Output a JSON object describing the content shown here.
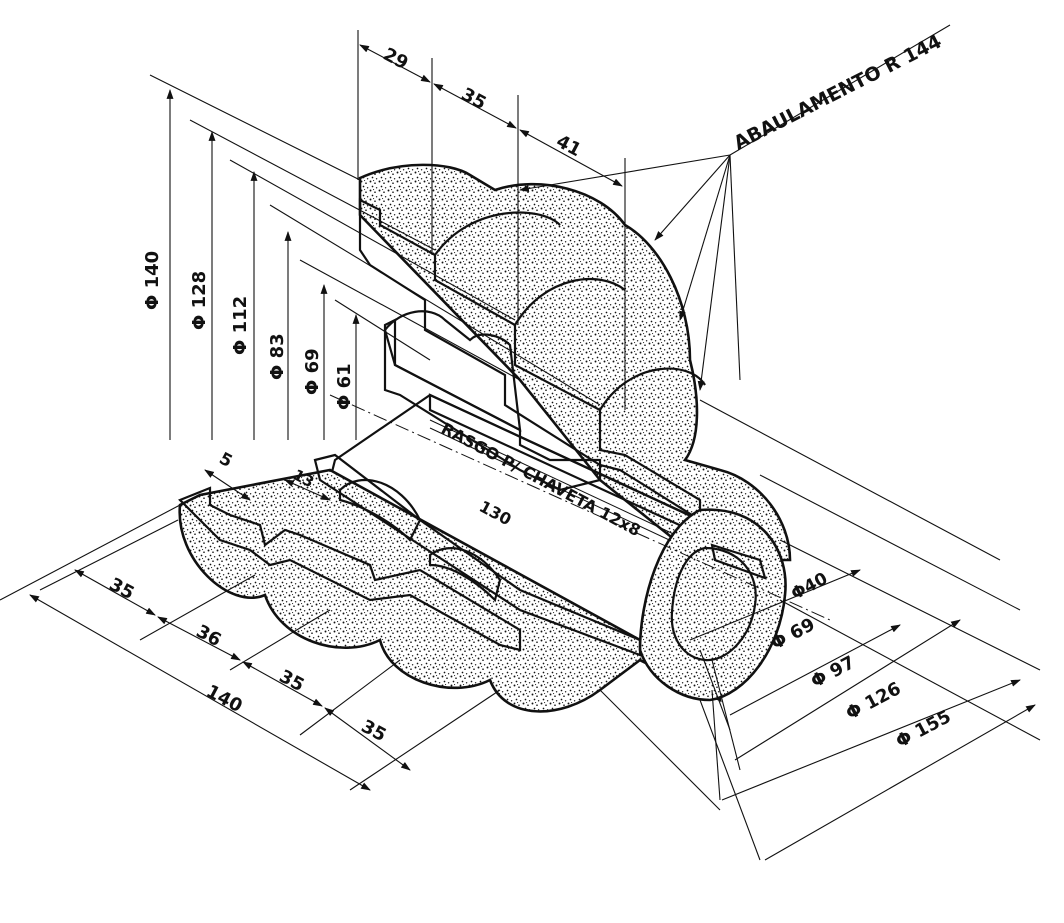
{
  "drawing": {
    "annotation": "ABAULAMENTO R 144",
    "keyway_label": "RASGO P/ CHAVETA 12x8",
    "length_130": "130",
    "dims_top": [
      "29",
      "35",
      "41"
    ],
    "dims_vertical": [
      "Φ 140",
      "Φ 128",
      "Φ 112",
      "Φ 83",
      "Φ 69",
      "Φ 61"
    ],
    "dims_bottom": [
      "35",
      "36",
      "35",
      "35"
    ],
    "dim_total": "140",
    "dim_small_5": "5",
    "dim_small_13": "13",
    "dims_right": [
      "Φ40",
      "Φ 69",
      "Φ 97",
      "Φ 126",
      "Φ 155"
    ]
  },
  "colors": {
    "ink": "#111111",
    "paper": "#ffffff"
  }
}
